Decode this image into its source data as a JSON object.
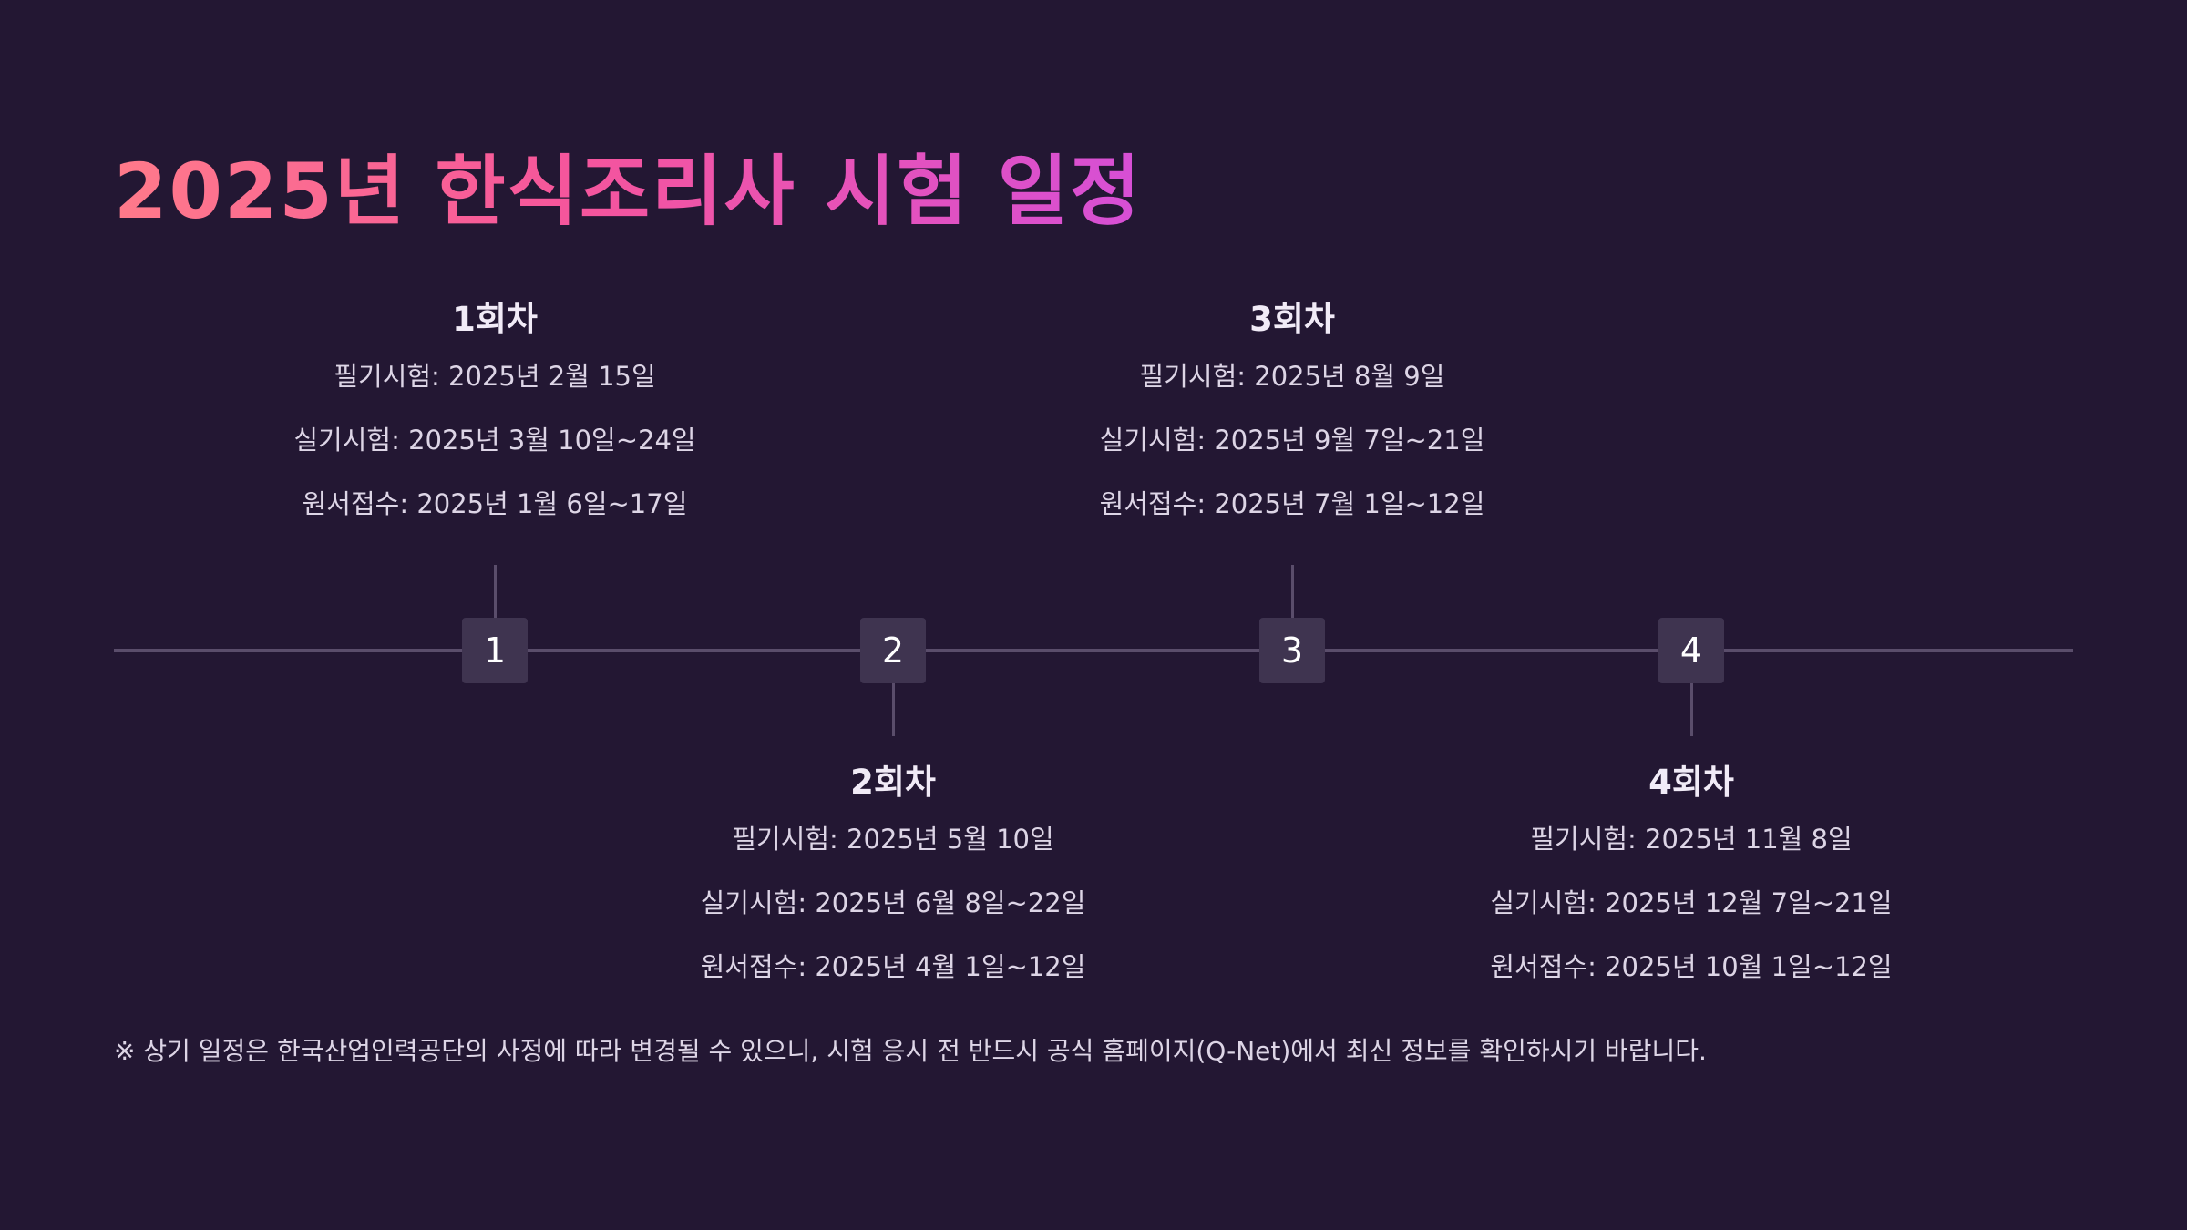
{
  "title": "2025년 한식조리사 시험 일정",
  "colors": {
    "background": "#231733",
    "title_gradient": [
      "#ff7a8a",
      "#f5559c",
      "#d64fd6"
    ],
    "marker_bg": "#3f3450",
    "line": "#5a4d6b",
    "text": "#ddd5e6"
  },
  "rounds": [
    {
      "marker": "1",
      "title": "1회차",
      "written": "필기시험: 2025년 2월 15일",
      "practical": "실기시험: 2025년 3월 10일~24일",
      "application": "원서접수: 2025년 1월 6일~17일"
    },
    {
      "marker": "2",
      "title": "2회차",
      "written": "필기시험: 2025년 5월 10일",
      "practical": "실기시험: 2025년 6월 8일~22일",
      "application": "원서접수: 2025년 4월 1일~12일"
    },
    {
      "marker": "3",
      "title": "3회차",
      "written": "필기시험: 2025년 8월 9일",
      "practical": "실기시험: 2025년 9월 7일~21일",
      "application": "원서접수: 2025년 7월 1일~12일"
    },
    {
      "marker": "4",
      "title": "4회차",
      "written": "필기시험: 2025년 11월 8일",
      "practical": "실기시험: 2025년 12월 7일~21일",
      "application": "원서접수: 2025년 10월 1일~12일"
    }
  ],
  "note": "※ 상기 일정은 한국산업인력공단의 사정에 따라 변경될 수 있으니, 시험 응시 전 반드시 공식 홈페이지(Q-Net)에서 최신 정보를 확인하시기 바랍니다."
}
